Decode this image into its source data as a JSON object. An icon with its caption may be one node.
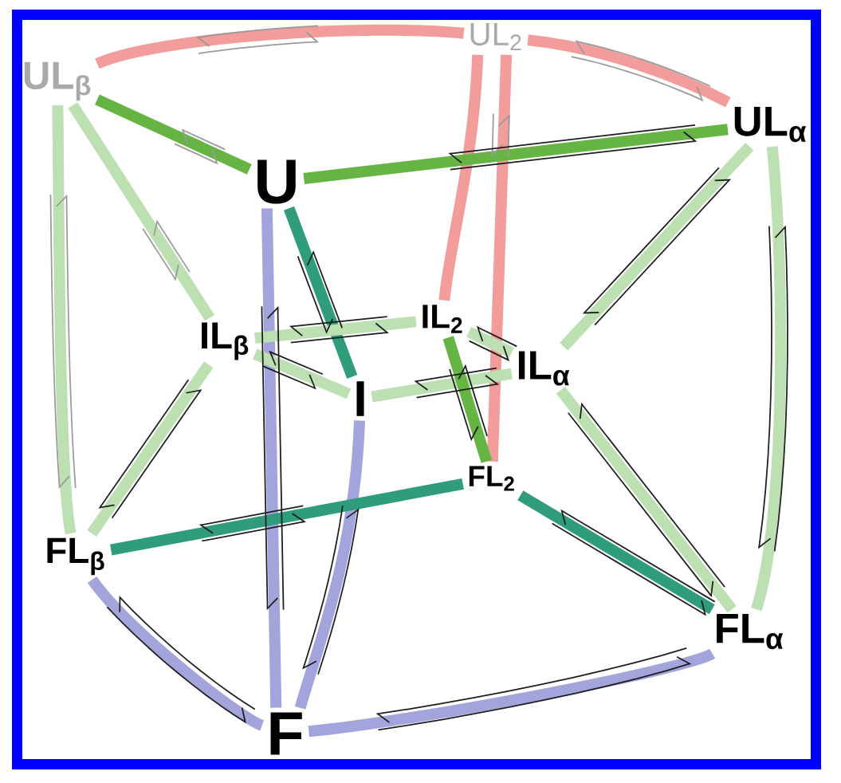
{
  "diagram": {
    "nodes": [
      {
        "text": [
          "UL$_{β}$"
        ]
      },
      {
        "text": [
          "UL$_{2}$"
        ]
      },
      {
        "text": [
          "UL$_{α}$"
        ]
      },
      {
        "text": [
          "U"
        ]
      },
      {
        "text": [
          "IL$_{β}$"
        ]
      },
      {
        "text": [
          "IL$_{2}$"
        ]
      },
      {
        "text": [
          "IL$_{α}$"
        ]
      },
      {
        "text": [
          "I"
        ]
      },
      {
        "text": [
          "FL$_{β}$"
        ]
      },
      {
        "text": [
          "FL$_{2}$"
        ]
      },
      {
        "text": [
          "FL$_{α}$"
        ]
      },
      {
        "text": [
          "F"
        ]
      }
    ],
    "edges": [
      {
        "from": 0,
        "to": 1,
        "arrow": "none",
        "color": "#f29c9c"
      },
      {
        "from": 1,
        "to": 2,
        "arrow": "none",
        "color": "#f29c9c"
      },
      {
        "from": 1,
        "to": 5,
        "arrow": "none",
        "color": "#f29c9c"
      },
      {
        "from": 1,
        "to": 9,
        "arrow": "none",
        "color": "#f29c9c"
      },
      {
        "from": 3,
        "to": 0,
        "arrow": "none",
        "color": "#66b444"
      },
      {
        "from": 3,
        "to": 2,
        "arrow": "none",
        "color": "#66b444"
      },
      {
        "from": 0,
        "to": 4,
        "arrow": "none"
      },
      {
        "from": 0,
        "to": 8,
        "arrow": "none"
      },
      {
        "from": 2,
        "to": 6,
        "arrow": "none"
      },
      {
        "from": 2,
        "to": 10,
        "arrow": "none"
      },
      {
        "from": 3,
        "to": 7,
        "arrow": "none",
        "color": "#2f9d7c"
      },
      {
        "from": 3,
        "to": 11,
        "arrow": "none",
        "color": "#a4a4dc"
      },
      {
        "from": 4,
        "to": 5,
        "arrow": "none"
      },
      {
        "from": 4,
        "to": 7,
        "arrow": "none"
      },
      {
        "from": 5,
        "to": 6,
        "arrow": "none"
      },
      {
        "from": 7,
        "to": 6,
        "arrow": "none"
      },
      {
        "from": 5,
        "to": 9,
        "arrow": "none",
        "color": "#66b444"
      },
      {
        "from": 4,
        "to": 8,
        "arrow": "none"
      },
      {
        "from": 6,
        "to": 10,
        "arrow": "none"
      },
      {
        "from": 7,
        "to": 11,
        "arrow": "none",
        "color": "#a4a4dc"
      },
      {
        "from": 8,
        "to": 9,
        "arrow": "none",
        "color": "#2f9d7c"
      },
      {
        "from": 9,
        "to": 10,
        "arrow": "none",
        "color": "#2f9d7c"
      },
      {
        "from": 11,
        "to": 8,
        "arrow": "none",
        "color": "#a4a4dc"
      },
      {
        "from": 11,
        "to": 10,
        "arrow": "none",
        "color": "#a4a4dc"
      }
    ]
  }
}
